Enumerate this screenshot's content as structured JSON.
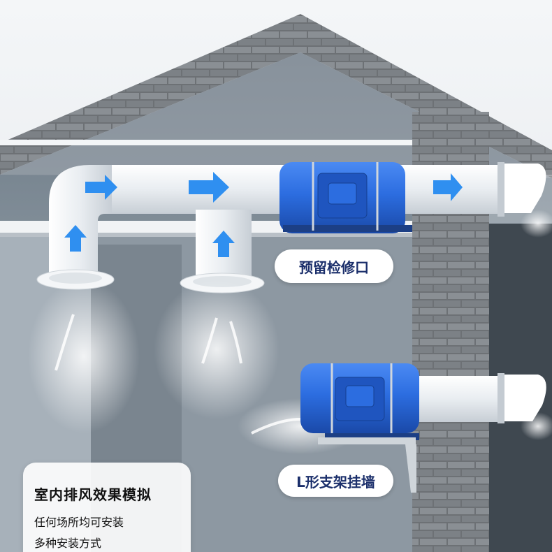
{
  "labels": {
    "reserved_port": "预留检修口",
    "l_bracket": "L形支架挂墙"
  },
  "info_card": {
    "title": "室内排风效果模拟",
    "line1": "任何场所均可安装",
    "line2": "多种安装方式"
  },
  "colors": {
    "fan_blue": "#2c6de0",
    "arrow_blue": "#2f8ff0",
    "label_text": "#1b2f6b",
    "brick": "#6e7276"
  },
  "icons": [
    "arrow-icon",
    "fan-icon",
    "vent-icon",
    "airflow-icon"
  ]
}
